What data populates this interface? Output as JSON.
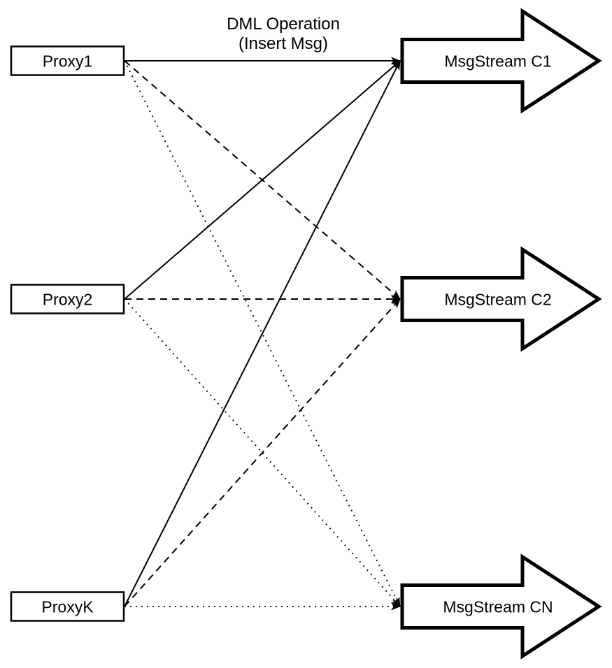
{
  "diagram": {
    "title": {
      "line1": "DML Operation",
      "line2": "(Insert Msg)"
    },
    "colors": {
      "stroke": "#000000",
      "fill": "#ffffff",
      "background": "#ffffff"
    },
    "proxies": [
      {
        "id": "proxy1",
        "label": "Proxy1"
      },
      {
        "id": "proxy2",
        "label": "Proxy2"
      },
      {
        "id": "proxyk",
        "label": "ProxyK"
      }
    ],
    "streams": [
      {
        "id": "c1",
        "label": "MsgStream C1"
      },
      {
        "id": "c2",
        "label": "MsgStream C2"
      },
      {
        "id": "cn",
        "label": "MsgStream CN"
      }
    ],
    "edges": [
      {
        "from": "proxy1",
        "to": "c1",
        "style": "solid"
      },
      {
        "from": "proxy1",
        "to": "c2",
        "style": "dashed"
      },
      {
        "from": "proxy1",
        "to": "cn",
        "style": "dotted"
      },
      {
        "from": "proxy2",
        "to": "c1",
        "style": "solid"
      },
      {
        "from": "proxy2",
        "to": "c2",
        "style": "dashed"
      },
      {
        "from": "proxy2",
        "to": "cn",
        "style": "dotted"
      },
      {
        "from": "proxyk",
        "to": "c1",
        "style": "solid"
      },
      {
        "from": "proxyk",
        "to": "c2",
        "style": "dashed"
      },
      {
        "from": "proxyk",
        "to": "cn",
        "style": "dotted"
      }
    ]
  }
}
